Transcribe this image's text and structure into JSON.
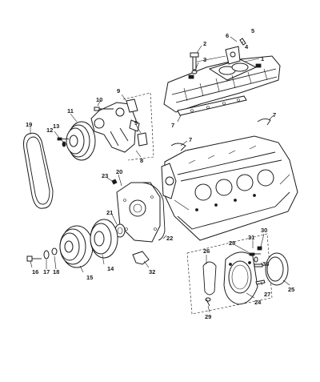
{
  "callouts": [
    "1",
    "2",
    "3",
    "4",
    "5",
    "6",
    "7",
    "7",
    "7",
    "8",
    "9",
    "9",
    "10",
    "11",
    "12",
    "13",
    "14",
    "15",
    "16",
    "17",
    "18",
    "19",
    "20",
    "21",
    "22",
    "23",
    "24",
    "25",
    "26",
    "27",
    "28",
    "29",
    "30",
    "31",
    "32",
    "38"
  ],
  "colors": {
    "ink": "#1a1a1a",
    "paper": "#ffffff"
  }
}
